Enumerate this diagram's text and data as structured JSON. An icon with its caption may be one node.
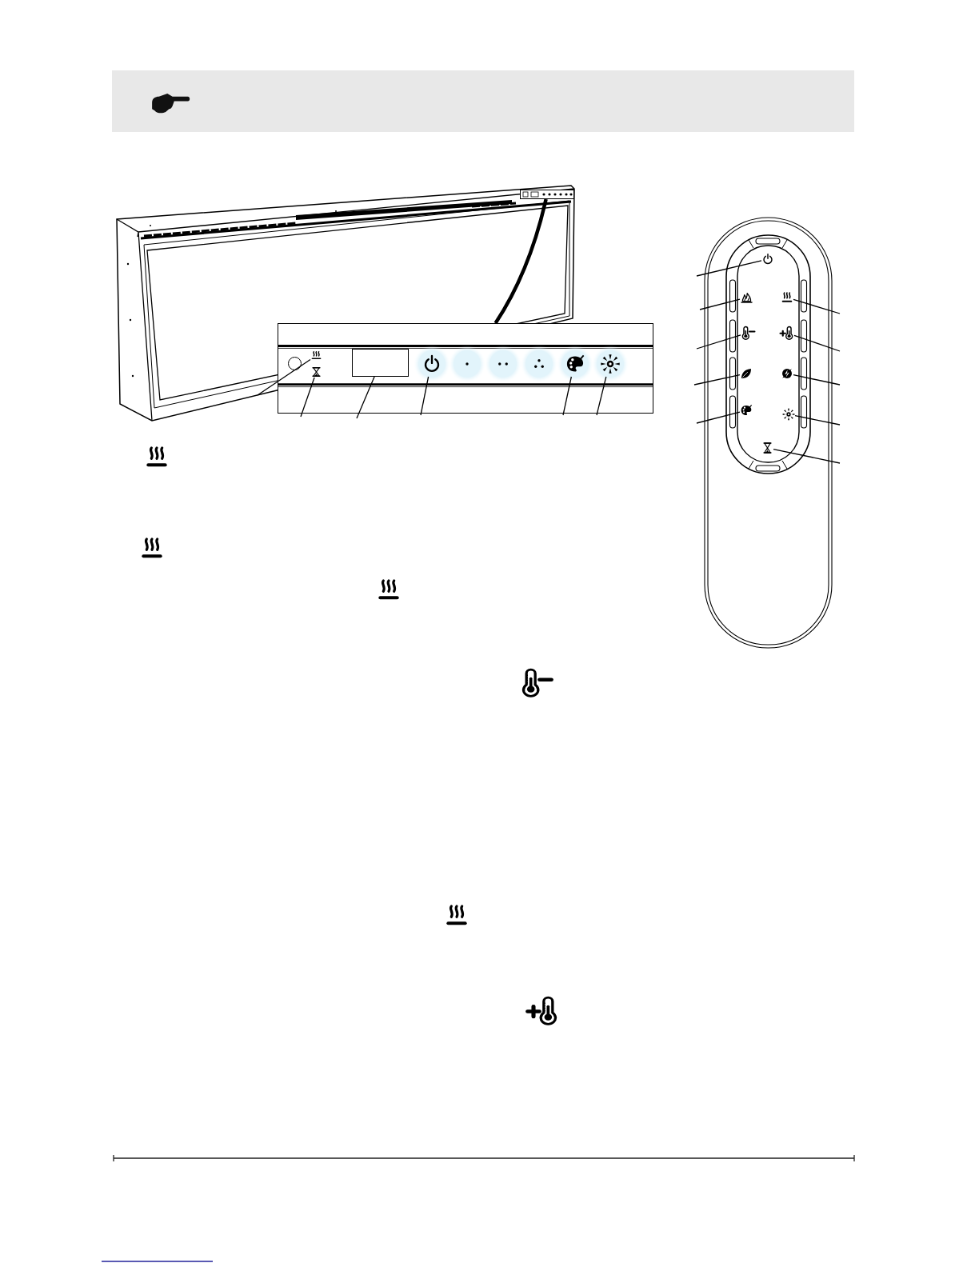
{
  "diagram": {
    "nodes": [
      {
        "text": [],
        "shape": "picture"
      },
      {
        "text": [],
        "shape": "box",
        "in": 0
      },
      {
        "text": [],
        "shape": "box"
      },
      {
        "text": [],
        "shape": "circle"
      },
      {
        "text": [],
        "shape": "picture"
      },
      {
        "text": [],
        "shape": "picture"
      },
      {
        "text": [],
        "shape": "box"
      },
      {
        "text": [],
        "shape": "circle",
        "in": 2
      },
      {
        "text": [],
        "shape": "circle",
        "in": 2
      },
      {
        "text": [],
        "shape": "circle",
        "in": 2
      },
      {
        "text": [],
        "shape": "circle",
        "in": 2
      },
      {
        "text": [],
        "shape": "circle",
        "in": 2
      },
      {
        "text": [],
        "shape": "circle",
        "in": 2
      },
      {
        "text": [],
        "shape": "picture"
      },
      {
        "text": [],
        "shape": "picture",
        "in": 13
      },
      {
        "text": [],
        "shape": "picture",
        "in": 13
      },
      {
        "text": [],
        "shape": "picture",
        "in": 13
      },
      {
        "text": [],
        "shape": "picture",
        "in": 13
      },
      {
        "text": [],
        "shape": "picture",
        "in": 13
      },
      {
        "text": [],
        "shape": "picture",
        "in": 13
      },
      {
        "text": [],
        "shape": "picture",
        "in": 13
      },
      {
        "text": [],
        "shape": "picture",
        "in": 13
      },
      {
        "text": [],
        "shape": "picture",
        "in": 13
      },
      {
        "text": [],
        "shape": "picture",
        "in": 13
      }
    ],
    "edges": [
      {
        "from": 1,
        "to": 2,
        "arrow": "none",
        "style": "thick"
      },
      {
        "from": 0,
        "to": 4,
        "arrow": "none"
      },
      {
        "from": 2,
        "to": 5,
        "arrow": "none"
      },
      {
        "from": 2,
        "to": 6,
        "arrow": "none"
      },
      {
        "from": 2,
        "to": 7,
        "arrow": "none"
      },
      {
        "from": 2,
        "to": 11,
        "arrow": "none"
      },
      {
        "from": 2,
        "to": 12,
        "arrow": "none"
      },
      {
        "from": null,
        "to": 14,
        "arrow": "none"
      },
      {
        "from": null,
        "to": 15,
        "arrow": "none"
      },
      {
        "from": null,
        "to": 17,
        "arrow": "none"
      },
      {
        "from": null,
        "to": 19,
        "arrow": "none"
      },
      {
        "from": null,
        "to": 21,
        "arrow": "none"
      },
      {
        "from": null,
        "to": 16,
        "arrow": "none"
      },
      {
        "from": null,
        "to": 18,
        "arrow": "none"
      },
      {
        "from": null,
        "to": 20,
        "arrow": "none"
      },
      {
        "from": null,
        "to": 22,
        "arrow": "none"
      },
      {
        "from": null,
        "to": 23,
        "arrow": "none"
      }
    ]
  }
}
